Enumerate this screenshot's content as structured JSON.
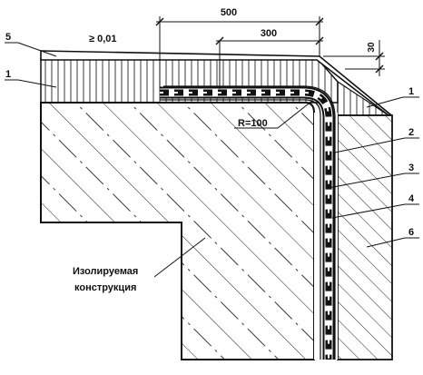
{
  "dimensions": {
    "d500": "500",
    "d300": "300",
    "d30": "30",
    "slope": "≥ 0,01",
    "radius": "R=100"
  },
  "callouts": {
    "c5": "5",
    "c1_left": "1",
    "c1_right": "1",
    "c2": "2",
    "c3": "3",
    "c4": "4",
    "c6": "6"
  },
  "caption": {
    "line1": "Изолируемая",
    "line2": "конструкция"
  }
}
